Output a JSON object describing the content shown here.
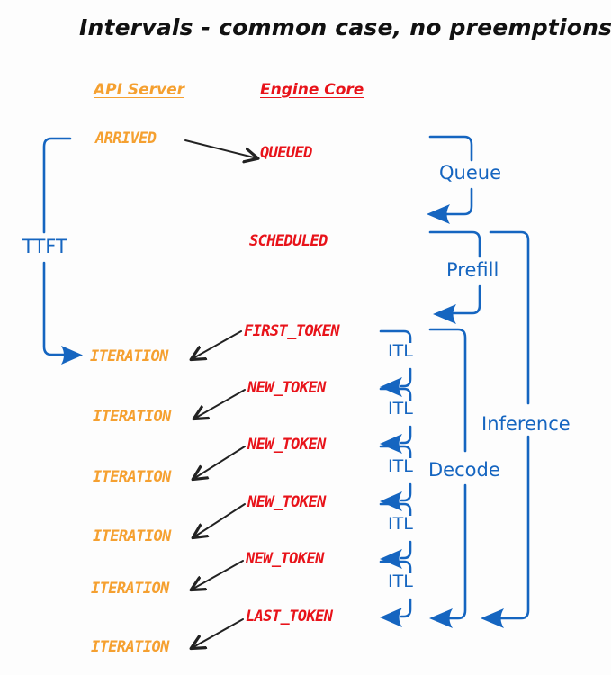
{
  "title": "Intervals - common case, no preemptions",
  "colors": {
    "api_server": "#F5A030",
    "engine_core": "#E8131A",
    "blue": "#1565C0",
    "arrow_black": "#222222",
    "background": "#fdfdfd"
  },
  "columns": {
    "api_server": "API Server",
    "engine_core": "Engine Core"
  },
  "states": {
    "arrived": "ARRIVED",
    "queued": "QUEUED",
    "scheduled": "SCHEDULED",
    "first_token": "FIRST_TOKEN",
    "new_token": "NEW_TOKEN",
    "last_token": "LAST_TOKEN",
    "iteration": "ITERATION"
  },
  "engine_events": [
    {
      "label": "FIRST_TOKEN",
      "kind": "first"
    },
    {
      "label": "NEW_TOKEN",
      "kind": "new"
    },
    {
      "label": "NEW_TOKEN",
      "kind": "new"
    },
    {
      "label": "NEW_TOKEN",
      "kind": "new"
    },
    {
      "label": "NEW_TOKEN",
      "kind": "new"
    },
    {
      "label": "LAST_TOKEN",
      "kind": "last"
    }
  ],
  "api_events": [
    {
      "label": "ITERATION"
    },
    {
      "label": "ITERATION"
    },
    {
      "label": "ITERATION"
    },
    {
      "label": "ITERATION"
    },
    {
      "label": "ITERATION"
    },
    {
      "label": "ITERATION"
    }
  ],
  "metrics": {
    "ttft": "TTFT",
    "queue": "Queue",
    "prefill": "Prefill",
    "decode": "Decode",
    "inference": "Inference",
    "itl": "ITL",
    "itl_labels": [
      "ITL",
      "ITL",
      "ITL",
      "ITL",
      "ITL"
    ]
  }
}
